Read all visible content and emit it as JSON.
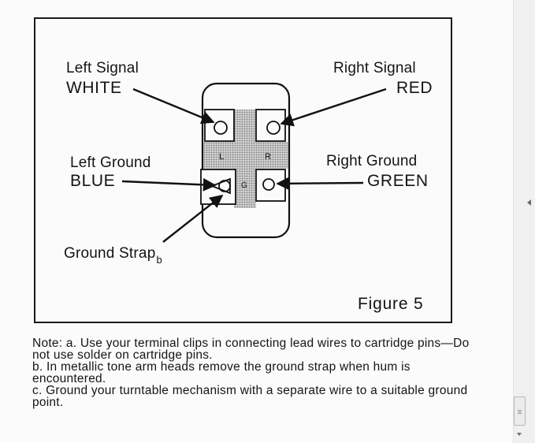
{
  "figure": {
    "labels": {
      "left_signal": "Left Signal",
      "left_signal_color": "WHITE",
      "right_signal": "Right Signal",
      "right_signal_color": "RED",
      "left_ground": "Left Ground",
      "left_ground_color": "BLUE",
      "right_ground": "Right Ground",
      "right_ground_color": "GREEN",
      "ground_strap": "Ground Strap",
      "ground_strap_sub": "b"
    },
    "pins": {
      "left": "L",
      "right": "R",
      "ground": "G"
    },
    "title": "Figure 5"
  },
  "notes": [
    "Note: a. Use your terminal clips in connecting lead wires to cartridge pins—Do not use solder on cartridge pins.",
    "b. In metallic tone arm heads remove the ground strap when hum is encountered.",
    "c. Ground your turntable mechanism with a separate wire to a suitable ground point."
  ],
  "icons": {
    "scroll_left": "chevron-left-icon",
    "scroll_down": "chevron-down-icon",
    "scroll_grip": "grip-icon"
  }
}
